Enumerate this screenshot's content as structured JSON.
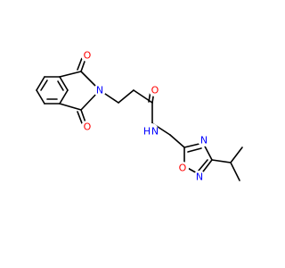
{
  "diagram": {
    "atom_labels": {
      "o_top": "O",
      "o_bottom": "O",
      "n_imide": "N",
      "o_amide": "O",
      "n_amide": "N",
      "h_amide": "H",
      "n_ring_4": "N",
      "o_ring_1": "O",
      "n_ring_2": "N"
    },
    "colors": {
      "oxygen": "#ff0000",
      "nitrogen": "#0000ff",
      "bond": "#000000",
      "background": "#ffffff"
    }
  }
}
